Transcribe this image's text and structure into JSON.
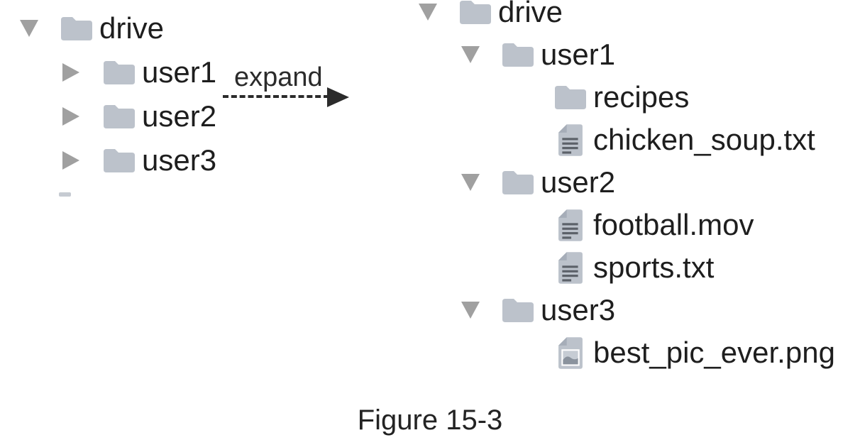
{
  "figure": {
    "caption": "Figure 15-3"
  },
  "annotation": {
    "expand_label": "expand"
  },
  "left_tree": {
    "items": [
      {
        "label": "drive",
        "icon": "folder-icon",
        "state": "expanded",
        "level": 0
      },
      {
        "label": "user1",
        "icon": "folder-icon",
        "state": "collapsed",
        "level": 1
      },
      {
        "label": "user2",
        "icon": "folder-icon",
        "state": "collapsed",
        "level": 1
      },
      {
        "label": "user3",
        "icon": "folder-icon",
        "state": "collapsed",
        "level": 1
      }
    ]
  },
  "right_tree": {
    "items": [
      {
        "label": "drive",
        "icon": "folder-icon",
        "state": "expanded",
        "level": 0
      },
      {
        "label": "user1",
        "icon": "folder-icon",
        "state": "expanded",
        "level": 1
      },
      {
        "label": "recipes",
        "icon": "folder-icon",
        "state": "none",
        "level": 2
      },
      {
        "label": "chicken_soup.txt",
        "icon": "text-file-icon",
        "state": "none",
        "level": 2
      },
      {
        "label": "user2",
        "icon": "folder-icon",
        "state": "expanded",
        "level": 1
      },
      {
        "label": "football.mov",
        "icon": "text-file-icon",
        "state": "none",
        "level": 2
      },
      {
        "label": "sports.txt",
        "icon": "text-file-icon",
        "state": "none",
        "level": 2
      },
      {
        "label": "user3",
        "icon": "folder-icon",
        "state": "expanded",
        "level": 1
      },
      {
        "label": "best_pic_ever.png",
        "icon": "image-file-icon",
        "state": "none",
        "level": 2
      }
    ]
  },
  "colors": {
    "folder": "#bcc2cb",
    "file_page": "#bcc2cb",
    "file_fold": "#a6adb8",
    "file_lines": "#5c6169",
    "disclosure_triangle": "#a0a0a0",
    "label_text": "#1e1e1e",
    "annotation": "#2b2b2b"
  }
}
